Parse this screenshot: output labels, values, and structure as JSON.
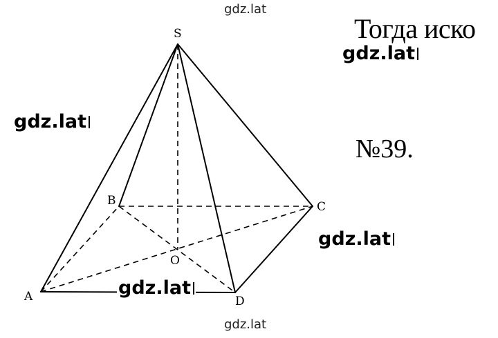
{
  "text_fragment": "Тогда иско",
  "problem_number": "№39.",
  "watermark": "gdz.lat",
  "vertices": {
    "S": "S",
    "A": "A",
    "B": "B",
    "C": "C",
    "D": "D",
    "O": "O"
  }
}
